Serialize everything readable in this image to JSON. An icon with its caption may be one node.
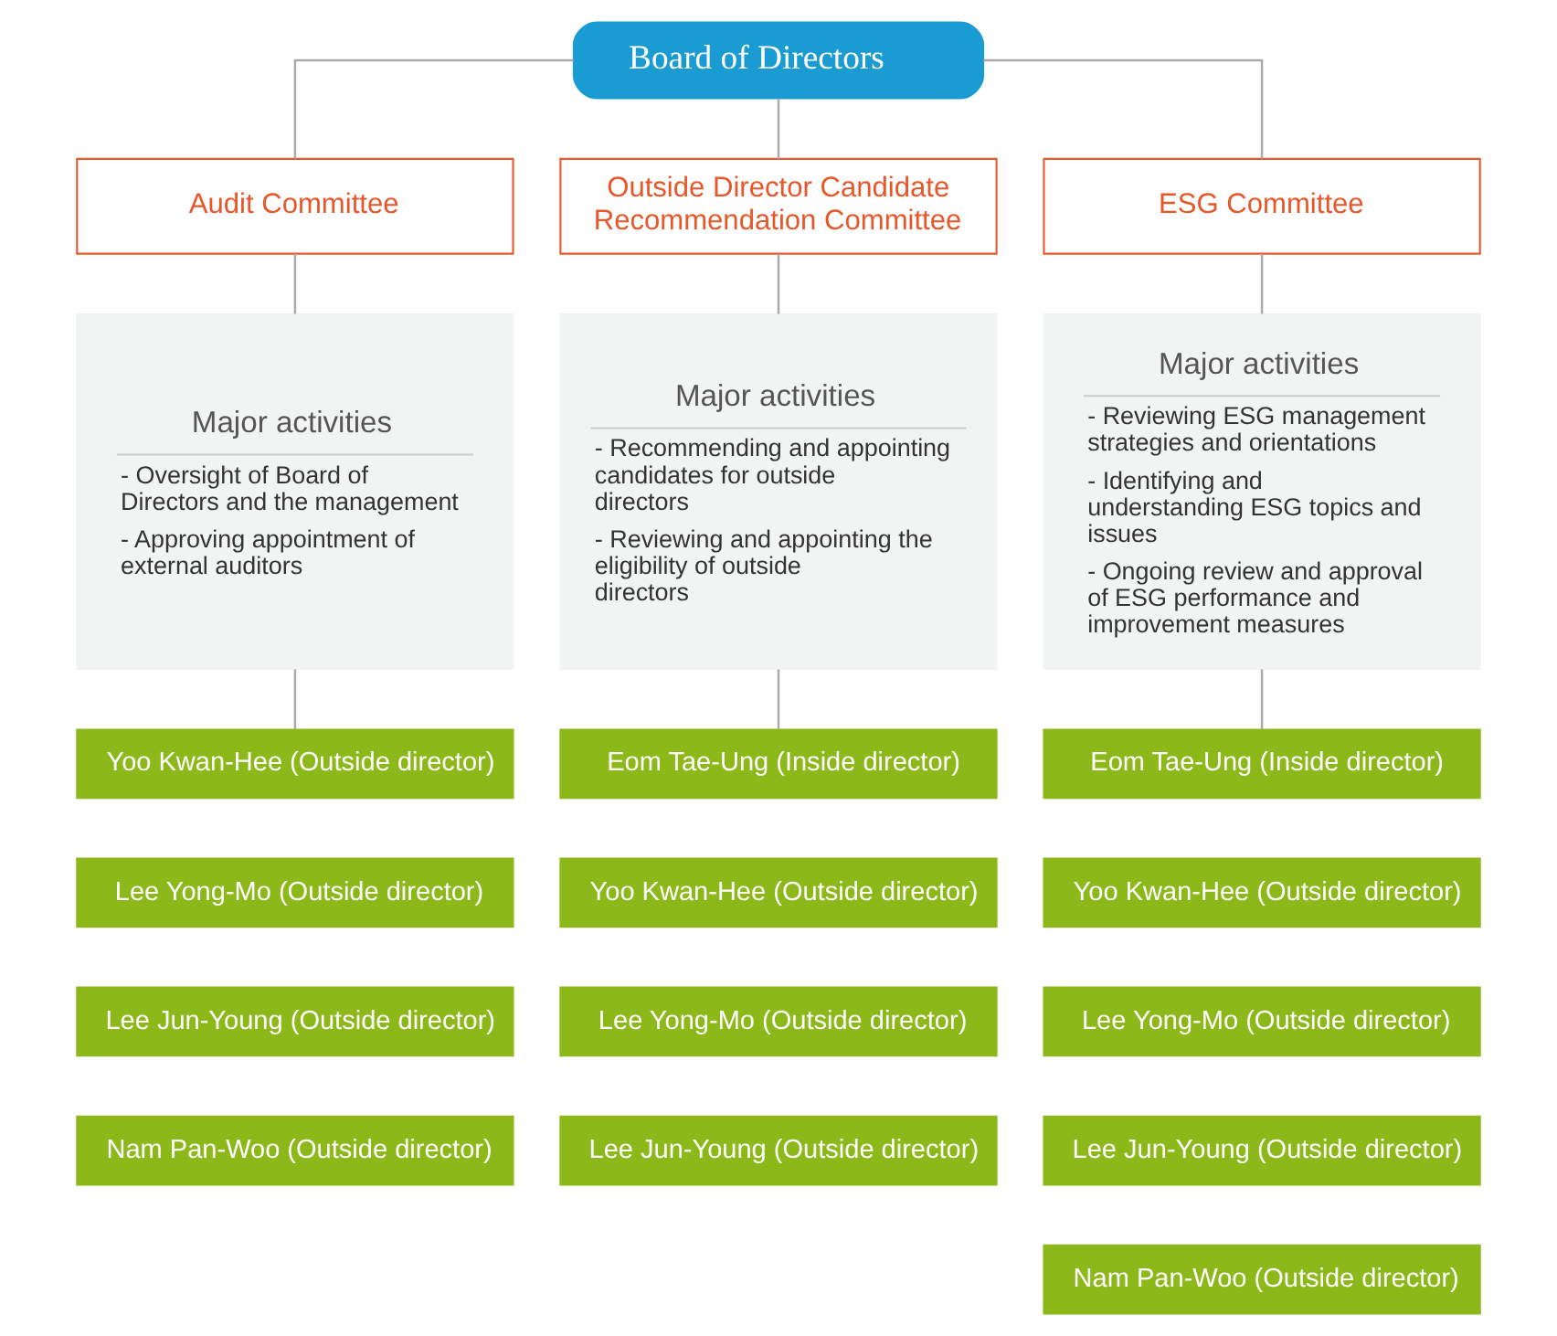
{
  "diagram": {
    "nodes": [
      {
        "text": [
          "Board of Directors"
        ]
      },
      {
        "text": [
          "Audit Committee"
        ]
      },
      {
        "text": [
          "Outside Director Candidate Recommendation Committee"
        ]
      },
      {
        "text": [
          "ESG Committee"
        ]
      },
      {
        "text": [
          "Major activities",
          "- Oversight of Board of Directors and the management",
          "- Approving appointment of external auditors"
        ]
      },
      {
        "text": [
          "Major activities",
          "- Recommending and appointing candidates for outside directors",
          "- Reviewing and appointing the eligibility of outside directors"
        ]
      },
      {
        "text": [
          "Major activities",
          "- Reviewing ESG management strategies and orientations",
          "- Identifying and understanding ESG topics and issues",
          "- Ongoing review and approval of ESG performance and improvement measures"
        ]
      },
      {
        "text": [
          "Yoo Kwan-Hee (Outside director)"
        ]
      },
      {
        "text": [
          "Lee Yong-Mo (Outside director)"
        ]
      },
      {
        "text": [
          "Lee Jun-Young (Outside director)"
        ]
      },
      {
        "text": [
          "Nam Pan-Woo (Outside director)"
        ]
      },
      {
        "text": [
          "Eom Tae-Ung (Inside director)"
        ]
      },
      {
        "text": [
          "Yoo Kwan-Hee (Outside director)"
        ]
      },
      {
        "text": [
          "Lee Yong-Mo (Outside director)"
        ]
      },
      {
        "text": [
          "Lee Jun-Young (Outside director)"
        ]
      },
      {
        "text": [
          "Eom Tae-Ung (Inside director)"
        ]
      },
      {
        "text": [
          "Yoo Kwan-Hee (Outside director)"
        ]
      },
      {
        "text": [
          "Lee Yong-Mo (Outside director)"
        ]
      },
      {
        "text": [
          "Lee Jun-Young (Outside director)"
        ]
      },
      {
        "text": [
          "Nam Pan-Woo (Outside director)"
        ]
      }
    ],
    "edges": [
      {
        "from": 0,
        "to": 1,
        "arrow": "none"
      },
      {
        "from": 0,
        "to": 2,
        "arrow": "none"
      },
      {
        "from": 0,
        "to": 3,
        "arrow": "none"
      },
      {
        "from": 1,
        "to": 4,
        "arrow": "none"
      },
      {
        "from": 2,
        "to": 5,
        "arrow": "none"
      },
      {
        "from": 3,
        "to": 6,
        "arrow": "none"
      },
      {
        "from": 4,
        "to": 7,
        "arrow": "none"
      },
      {
        "from": 5,
        "to": 11,
        "arrow": "none"
      },
      {
        "from": 6,
        "to": 15,
        "arrow": "none"
      }
    ]
  }
}
